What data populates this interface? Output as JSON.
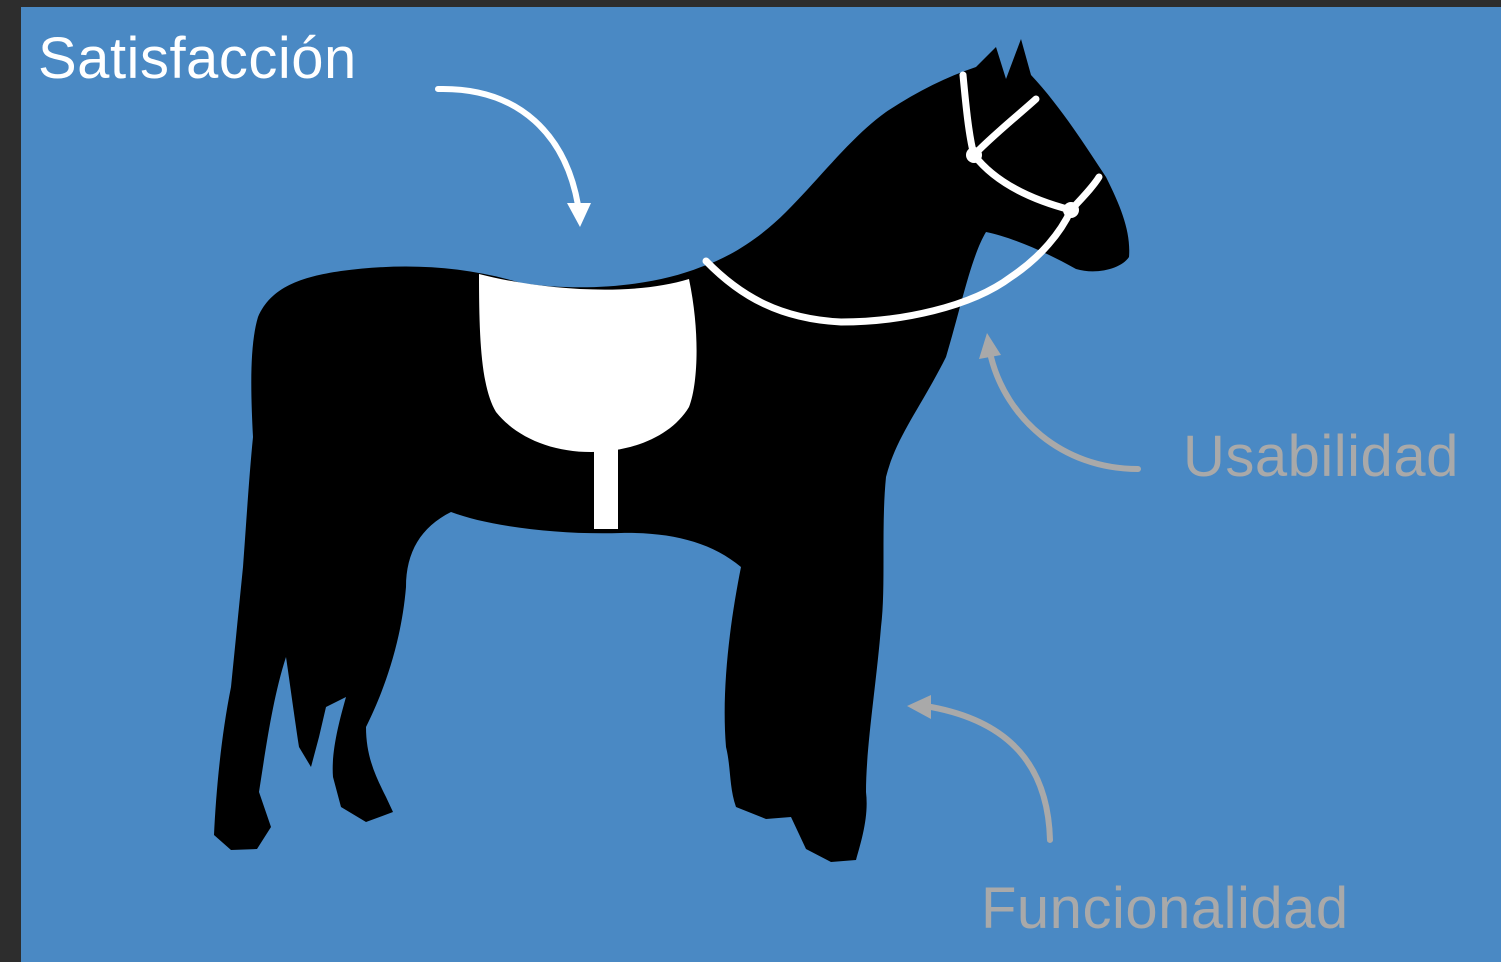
{
  "diagram": {
    "labels": {
      "satisfaccion": "Satisfacción",
      "usabilidad": "Usabilidad",
      "funcionalidad": "Funcionalidad"
    },
    "colors": {
      "background": "#4a89c4",
      "frame": "#2d2d2d",
      "horse": "#000000",
      "highlight": "#ffffff",
      "muted": "#a9a9a9"
    },
    "icon": "horse-with-saddle-and-bridle"
  }
}
